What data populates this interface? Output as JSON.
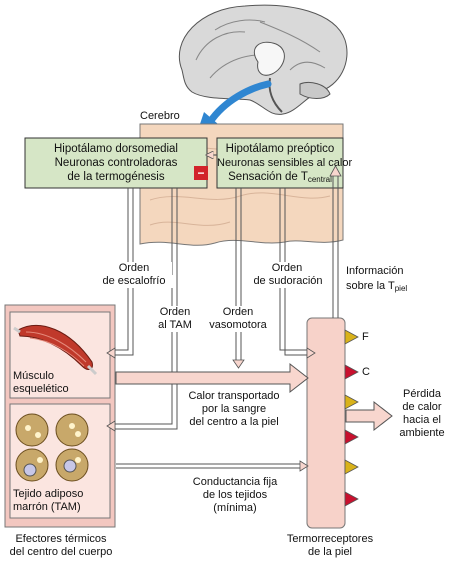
{
  "labels": {
    "cerebro": "Cerebro",
    "dorsomedial_1": "Hipotálamo dorsomedial",
    "dorsomedial_2": "Neuronas controladoras",
    "dorsomedial_3": "de la termogénesis",
    "preoptico_1": "Hipotálamo preóptico",
    "preoptico_2": "Neuronas sensibles al calor",
    "preoptico_3_main": "Sensación de T",
    "preoptico_3_sub": "central",
    "inhibit_sign": "−",
    "orden_escalofrio_1": "Orden",
    "orden_escalofrio_2": "de escalofrío",
    "orden_tam_1": "Orden",
    "orden_tam_2": "al TAM",
    "orden_vaso_1": "Orden",
    "orden_vaso_2": "vasomotora",
    "orden_sudor_1": "Orden",
    "orden_sudor_2": "de sudoración",
    "info_1": "Información",
    "info_2_main": "sobre la T",
    "info_2_sub": "piel",
    "musculo_1": "Músculo",
    "musculo_2": "esquelético",
    "tejido_1": "Tejido adiposo",
    "tejido_2": "marrón (TAM)",
    "calor_1": "Calor transportado",
    "calor_2": "por la sangre",
    "calor_3": "del centro a la piel",
    "conduct_1": "Conductancia fija",
    "conduct_2": "de los tejidos",
    "conduct_3": "(mínima)",
    "receptor_f": "F",
    "receptor_c": "C",
    "perdida_1": "Pérdida",
    "perdida_2": "de calor",
    "perdida_3": "hacia el",
    "perdida_4": "ambiente",
    "efectores_1": "Efectores térmicos",
    "efectores_2": "del centro del cuerpo",
    "termo_1": "Termorreceptores",
    "termo_2": "de la piel"
  },
  "colors": {
    "hypothalamus_box": "#d6e6c6",
    "brain_tissue": "#f4d7be",
    "effector_panel": "#f3c7c0",
    "skin": "#f7d2c9",
    "blue_arrow": "#2f86d1",
    "inhibit": "#d2232a",
    "cold_receptor": "#d9b21a",
    "warm_receptor": "#c8102e"
  }
}
